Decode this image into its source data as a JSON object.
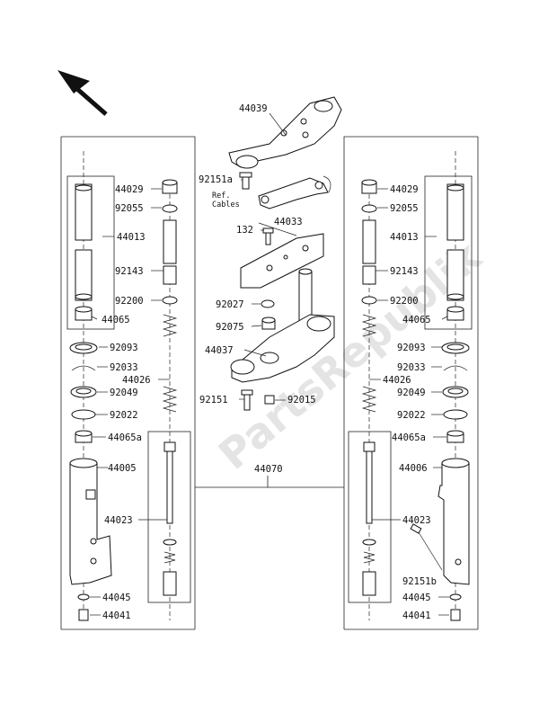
{
  "watermark": "PartsRepublik",
  "annotation": {
    "line1": "Ref.",
    "line2": "Cables"
  },
  "labels": {
    "p44039": "44039",
    "p92151a": "92151a",
    "p44033": "44033",
    "p132": "132",
    "p92027": "92027",
    "p92075": "92075",
    "p44037": "44037",
    "p92151": "92151",
    "p92015": "92015",
    "p44070": "44070",
    "L44029": "44029",
    "L92055": "92055",
    "L44013": "44013",
    "L92143": "92143",
    "L92200": "92200",
    "L44065": "44065",
    "L92093": "92093",
    "L92033": "92033",
    "L44026": "44026",
    "L92049": "92049",
    "L92022": "92022",
    "L44065a": "44065a",
    "L44005": "44005",
    "L44023": "44023",
    "L44045": "44045",
    "L44041": "44041",
    "R44029": "44029",
    "R92055": "92055",
    "R44013": "44013",
    "R92143": "92143",
    "R92200": "92200",
    "R44065": "44065",
    "R92093": "92093",
    "R92033": "92033",
    "R44026": "44026",
    "R92049": "92049",
    "R92022": "92022",
    "R44065a": "44065a",
    "R44006": "44006",
    "R44023": "44023",
    "R92151b": "92151b",
    "R44045": "44045",
    "R44041": "44041"
  }
}
